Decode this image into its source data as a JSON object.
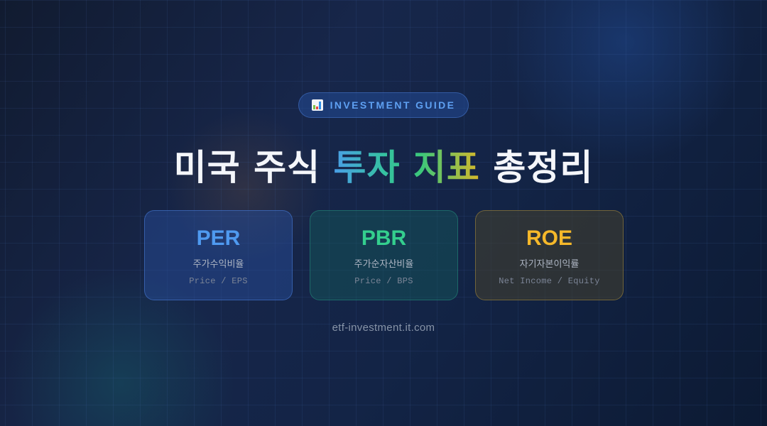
{
  "badge": {
    "icon": "bar-chart-icon",
    "label": "INVESTMENT GUIDE"
  },
  "title": {
    "prefix": "미국 주식 ",
    "highlight": "투자 지표",
    "suffix": " 총정리",
    "gradient_colors": [
      "#4a9ee8",
      "#35c2a0",
      "#3cc77a",
      "#d8b829"
    ]
  },
  "cards": [
    {
      "abbr": "PER",
      "korean": "주가수익비율",
      "formula": "Price / EPS",
      "color": "#4f9af0"
    },
    {
      "abbr": "PBR",
      "korean": "주가순자산비율",
      "formula": "Price / BPS",
      "color": "#34cf8e"
    },
    {
      "abbr": "ROE",
      "korean": "자기자본이익률",
      "formula": "Net Income / Equity",
      "color": "#f5b82a"
    }
  ],
  "footer": {
    "url": "etf-investment.it.com"
  }
}
